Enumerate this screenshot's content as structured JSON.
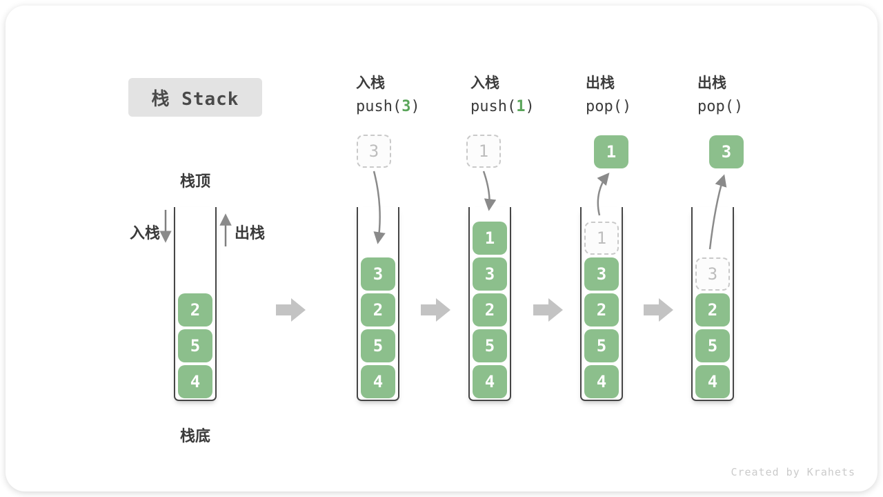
{
  "title": "栈 Stack",
  "labels": {
    "stack_top": "栈顶",
    "stack_bottom": "栈底",
    "push_side": "入栈",
    "pop_side": "出栈"
  },
  "steps": [
    {
      "op": "入栈",
      "call_prefix": "push(",
      "call_value": "3",
      "call_suffix": ")"
    },
    {
      "op": "入栈",
      "call_prefix": "push(",
      "call_value": "1",
      "call_suffix": ")"
    },
    {
      "op": "出栈",
      "call_prefix": "pop(",
      "call_value": "",
      "call_suffix": ")"
    },
    {
      "op": "出栈",
      "call_prefix": "pop(",
      "call_value": "",
      "call_suffix": ")"
    }
  ],
  "stacks": [
    {
      "items": [
        "2",
        "5",
        "4"
      ]
    },
    {
      "items": [
        "3",
        "2",
        "5",
        "4"
      ],
      "incoming": "3"
    },
    {
      "items": [
        "1",
        "3",
        "2",
        "5",
        "4"
      ],
      "incoming": "1"
    },
    {
      "items": [
        "3",
        "2",
        "5",
        "4"
      ],
      "ghost": "1",
      "popped": "1"
    },
    {
      "items": [
        "2",
        "5",
        "4"
      ],
      "ghost": "3",
      "popped": "3"
    }
  ],
  "watermark": "Created by Krahets",
  "colors": {
    "cell_green": "#8cbf8c",
    "call_value_green": "#5aa55a",
    "step_arrow_gray": "#c3c3c3",
    "flow_arrow_gray": "#8a8a8a",
    "title_bg": "#e3e3e3",
    "text_dark": "#3c3c3c",
    "ghost_border": "#c9c9c9",
    "ghost_text": "#bdbdbd",
    "watermark_gray": "#cbcbcb"
  }
}
